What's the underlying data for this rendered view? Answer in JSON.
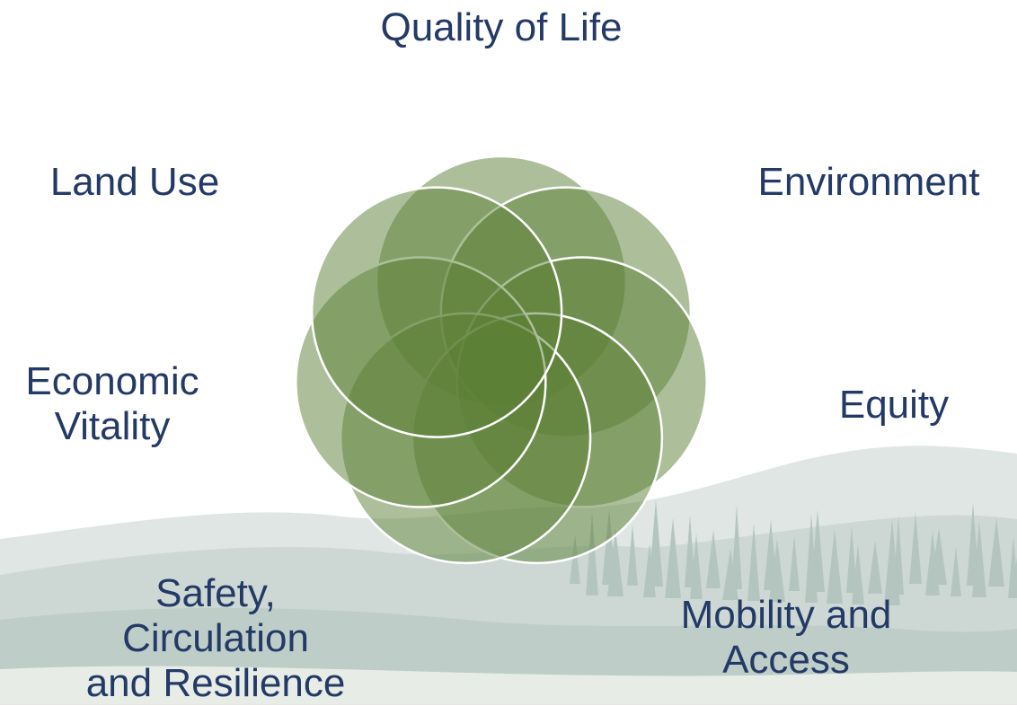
{
  "colors": {
    "petal_fill": "#5b7f36",
    "petal_stroke": "#ffffff",
    "text": "#243a66",
    "mountain_far": "#dfe6e3",
    "mountain_mid": "#cdd8d4",
    "mountain_near": "#bfcdc8",
    "trees": "#b4c5c0",
    "ground": "#e7ede6"
  },
  "labels": {
    "quality_of_life": "Quality of Life",
    "land_use": "Land Use",
    "environment": "Environment",
    "economic_vitality": [
      "Economic",
      "Vitality"
    ],
    "equity": "Equity",
    "mobility_and_access": [
      "Mobility and",
      "Access"
    ],
    "safety_circulation_resilience": [
      "Safety,",
      "Circulation",
      "and Resilience"
    ]
  }
}
